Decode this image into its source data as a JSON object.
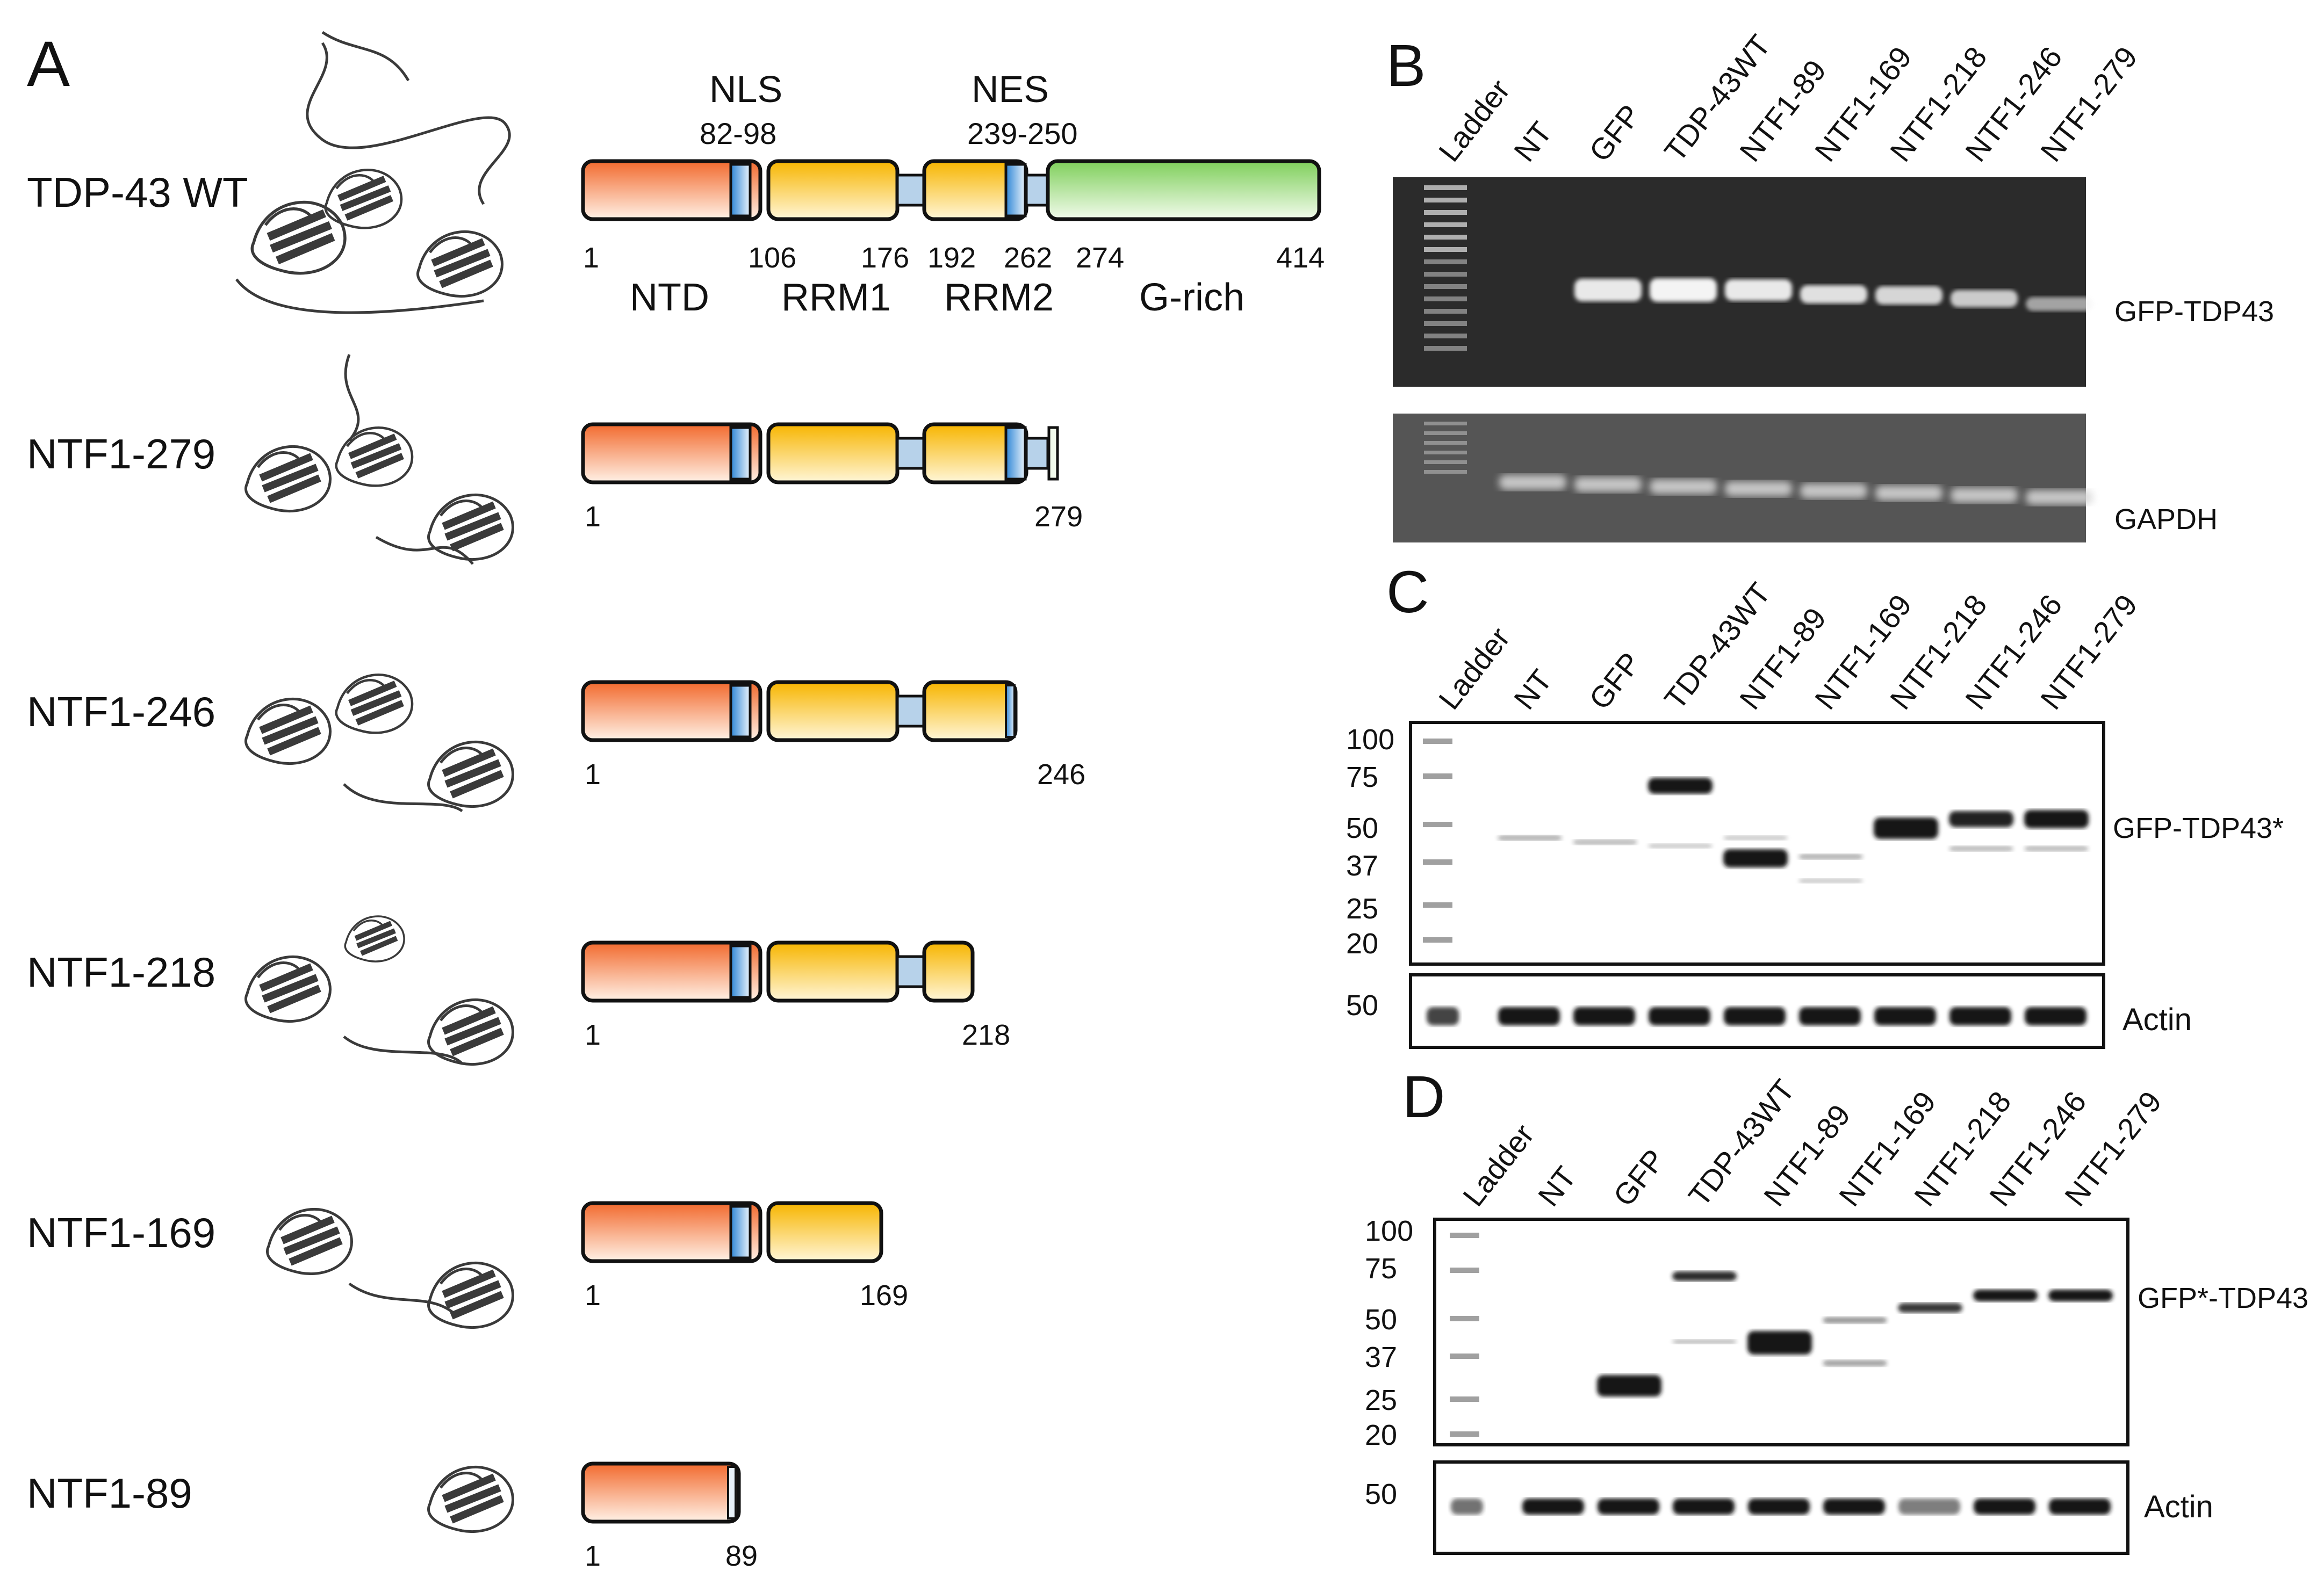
{
  "colors": {
    "ntd_top": "#f26a2e",
    "ntd_bottom": "#fff1e6",
    "rrm_top": "#f7b500",
    "rrm_bottom": "#fff6d8",
    "grich_top": "#7fcf5b",
    "grich_bottom": "#f2fbec",
    "signal_top": "#2f86d6",
    "signal_bottom": "#e9f3fb",
    "linker": "#b7d2ea",
    "gel_bg": "#2b2b2b",
    "band_gel": "#f4f4f4",
    "blot_band": "#161616"
  },
  "panelA": {
    "letter": "A",
    "wt": {
      "label": "TDP-43 WT",
      "nls": "NLS",
      "nls_range": "82-98",
      "nes": "NES",
      "nes_range": "239-250",
      "positions": [
        "1",
        "106",
        "176",
        "192",
        "262",
        "274",
        "414"
      ],
      "domains": [
        "NTD",
        "RRM1",
        "RRM2",
        "G-rich"
      ]
    },
    "constructs": [
      {
        "label": "NTF1-279",
        "start": "1",
        "end": "279",
        "segments": [
          "ntd",
          "l1",
          "rrm1",
          "l2",
          "rrm2",
          "l3",
          "cut"
        ]
      },
      {
        "label": "NTF1-246",
        "start": "1",
        "end": "246",
        "segments": [
          "ntd",
          "l1",
          "rrm1",
          "l2",
          "rrm2"
        ]
      },
      {
        "label": "NTF1-218",
        "start": "1",
        "end": "218",
        "segments": [
          "ntd",
          "l1",
          "rrm1",
          "l2",
          "rrm2"
        ]
      },
      {
        "label": "NTF1-169",
        "start": "1",
        "end": "169",
        "segments": [
          "ntd",
          "l1",
          "rrm1"
        ]
      },
      {
        "label": "NTF1-89",
        "start": "1",
        "end": "89",
        "segments": [
          "ntd"
        ]
      }
    ]
  },
  "lanes": [
    "Ladder",
    "NT",
    "GFP",
    "TDP-43WT",
    "NTF1-89",
    "NTF1-169",
    "NTF1-218",
    "NTF1-246",
    "NTF1-279"
  ],
  "panelB": {
    "letter": "B",
    "top_label": "GFP-TDP43",
    "bottom_label": "GAPDH"
  },
  "panelC": {
    "letter": "C",
    "markers": [
      "100",
      "75",
      "50",
      "37",
      "25",
      "20"
    ],
    "main_label": "GFP-TDP43*",
    "loading_marker": "50",
    "loading_label": "Actin"
  },
  "panelD": {
    "letter": "D",
    "markers": [
      "100",
      "75",
      "50",
      "37",
      "25",
      "20"
    ],
    "main_label": "GFP*-TDP43",
    "loading_marker": "50",
    "loading_label": "Actin"
  }
}
